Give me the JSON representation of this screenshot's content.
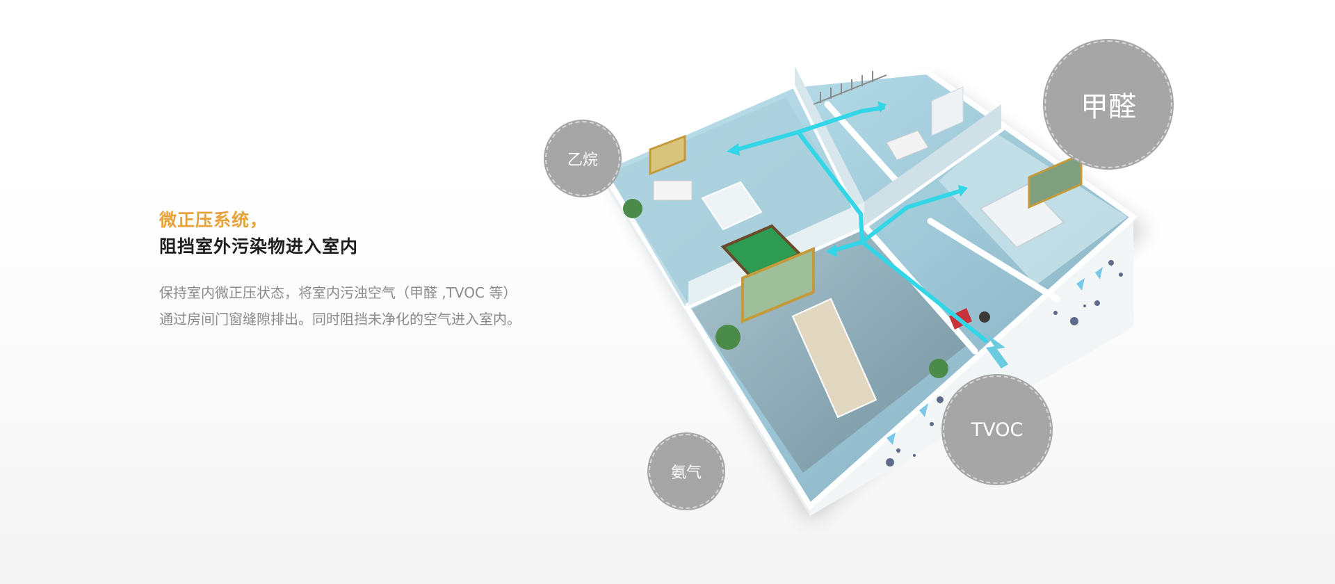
{
  "heading": {
    "accent": "微正压系统，",
    "main": "阻挡室外污染物进入室内"
  },
  "description": {
    "line1": "保持室内微正压状态，将室内污浊空气（甲醛 ,TVOC 等）",
    "line2": "通过房间门窗缝隙排出。同时阻挡未净化的空气进入室内。"
  },
  "pollutants": {
    "yiwan": "乙烷",
    "jiaquan": "甲醛",
    "tvoc": "TVOC",
    "anqi": "氨气"
  },
  "colors": {
    "accent": "#e8a23a",
    "heading": "#1e1e1e",
    "body_text": "#8a8a8a",
    "bubble": "#a6a6a6",
    "airflow": "#32d6e6"
  }
}
